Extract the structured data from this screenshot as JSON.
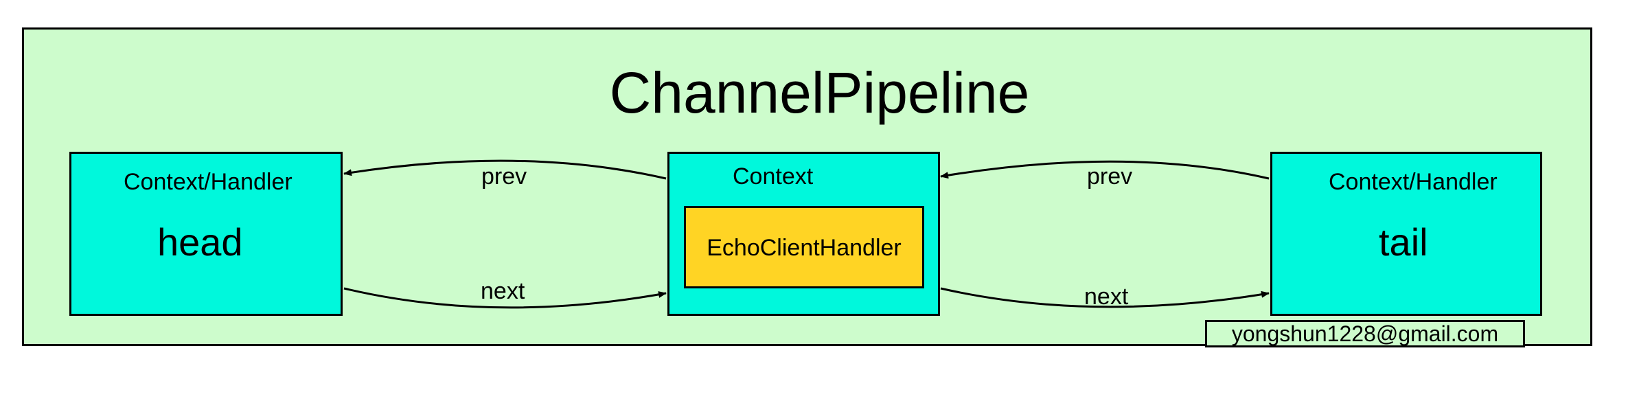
{
  "title": "ChannelPipeline",
  "head": {
    "caption": "Context/Handler",
    "name": "head"
  },
  "middle": {
    "caption": "Context",
    "handler": "EchoClientHandler"
  },
  "tail": {
    "caption": "Context/Handler",
    "name": "tail"
  },
  "links": {
    "prev_left": "prev",
    "next_left": "next",
    "prev_right": "prev",
    "next_right": "next"
  },
  "watermark": "yongshun1228@gmail.com",
  "colors": {
    "pipeline_bg": "#cdfccc",
    "context_box": "#00f8dc",
    "handler_box": "#ffd424"
  }
}
